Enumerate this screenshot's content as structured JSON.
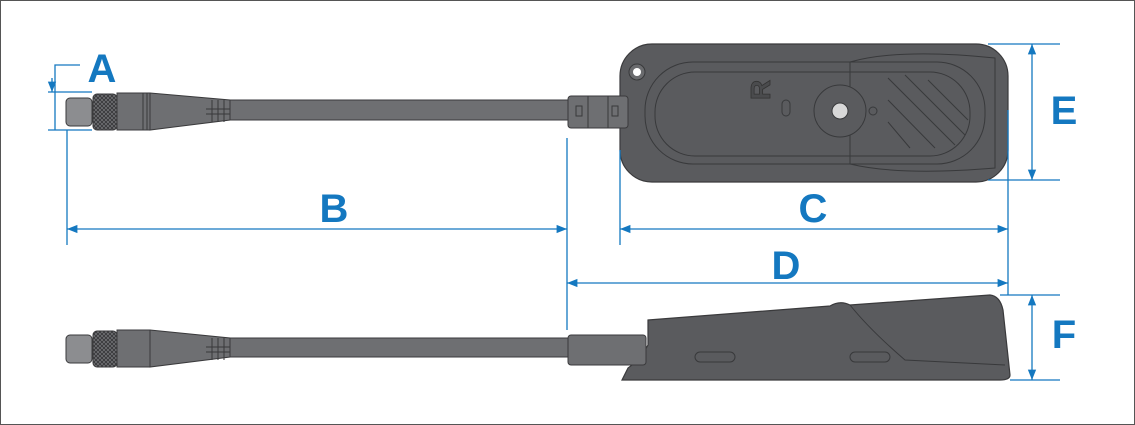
{
  "dimension_labels": {
    "a": "A",
    "b": "B",
    "c": "C",
    "d": "D",
    "e": "E",
    "f": "F"
  },
  "colors": {
    "dimension": "#1478c0",
    "device_body": "#5a5b5e",
    "connector": "#8c8d90",
    "cable": "#6e6f72"
  },
  "device_logo": "R"
}
